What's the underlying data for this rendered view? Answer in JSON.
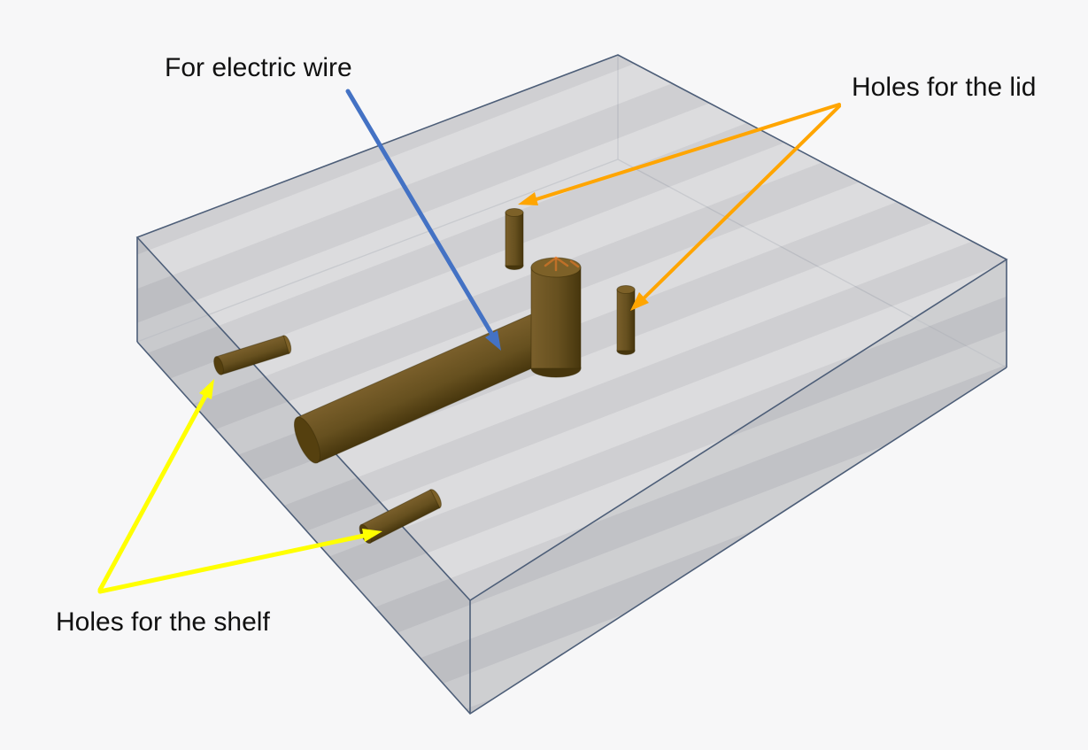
{
  "background_color": "#f7f7f8",
  "annotations": {
    "electric_wire": {
      "label": "For electric wire",
      "arrow_color": "#4472C4"
    },
    "lid_holes": {
      "label": "Holes for the lid",
      "arrow_color": "#FFA500"
    },
    "shelf_holes": {
      "label": "Holes for the shelf",
      "arrow_color": "#FFFF00"
    }
  },
  "model": {
    "slab": {
      "base": "#d7d7d9",
      "stripe": "#c8c8cb",
      "edge": "#4d5e78"
    },
    "pins": {
      "body_light": "#7a5f2b",
      "body_mid": "#66501f",
      "body_dark": "#47360d",
      "cap": "#7d6128",
      "cap_dark": "#55400f",
      "outline": "#3a2c06",
      "accent": "#ff7f27"
    }
  }
}
